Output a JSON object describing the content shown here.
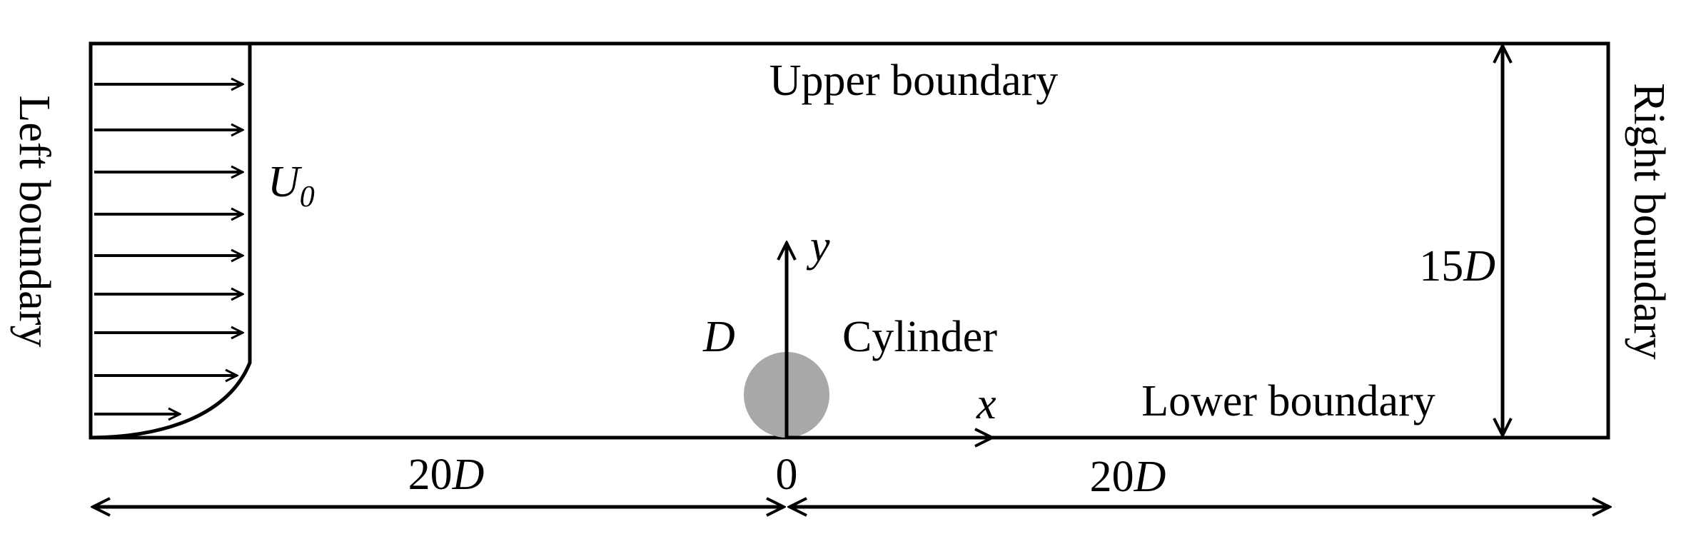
{
  "labels": {
    "upper": "Upper boundary",
    "lower": "Lower boundary",
    "left": "Left boundary",
    "right": "Right boundary",
    "inflow_symbol": "U",
    "inflow_subscript": "0",
    "cylinder": "Cylinder",
    "diameter": "D",
    "axis_x": "x",
    "axis_y": "y",
    "origin": "0",
    "height_value": "15",
    "height_unit": "D",
    "upstream_value": "20",
    "upstream_unit": "D",
    "downstream_value": "20",
    "downstream_unit": "D"
  },
  "colors": {
    "line": "#000000",
    "cylinder_fill": "#aaa7a7"
  }
}
